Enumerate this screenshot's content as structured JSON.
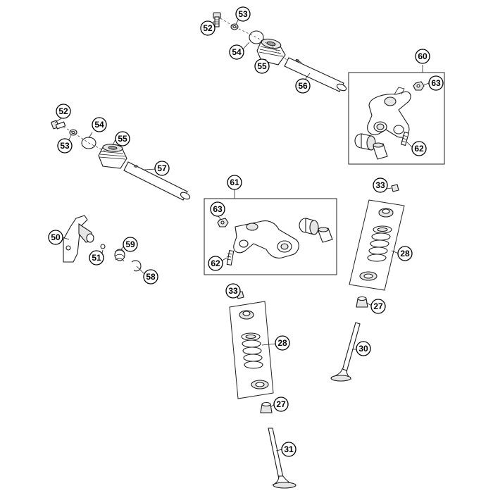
{
  "callouts": {
    "c52a": "52",
    "c53a": "53",
    "c54a": "54",
    "c55a": "55",
    "c56": "56",
    "c60": "60",
    "c63a": "63",
    "c62a": "62",
    "c52b": "52",
    "c53b": "53",
    "c54b": "54",
    "c55b": "55",
    "c57": "57",
    "c61": "61",
    "c63b": "63",
    "c62b": "62",
    "c50": "50",
    "c51": "51",
    "c59": "59",
    "c58": "58",
    "c33a": "33",
    "c28a": "28",
    "c27a": "27",
    "c30": "30",
    "c33b": "33",
    "c28b": "28",
    "c27b": "27",
    "c31": "31"
  }
}
